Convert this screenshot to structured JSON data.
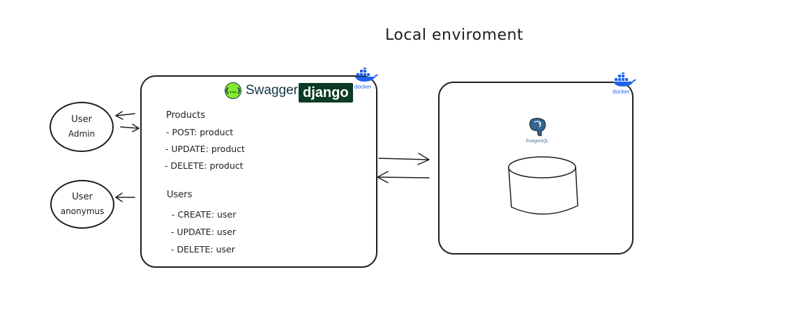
{
  "title": "Local enviroment",
  "actors": {
    "admin": {
      "line1": "User",
      "line2": "Admin"
    },
    "anonymous": {
      "line1": "User",
      "line2": "anonymus"
    }
  },
  "api": {
    "swagger_label": "Swagger.",
    "django_label": "django",
    "docker_label": "docker",
    "products": {
      "heading": "Products",
      "items": [
        "- POST: product",
        "- UPDATE: product",
        "- DELETE: product"
      ]
    },
    "users": {
      "heading": "Users",
      "items": [
        "- CREATE: user",
        "- UPDATE: user",
        "- DELETE: user"
      ]
    }
  },
  "database": {
    "docker_label": "docker",
    "postgres_label": "PostgreSQL"
  },
  "colors": {
    "stroke": "#1e1e1e",
    "docker": "#1d63ed",
    "swagger": "#85ea2d",
    "django": "#0c3c26",
    "postgres": "#336791"
  }
}
